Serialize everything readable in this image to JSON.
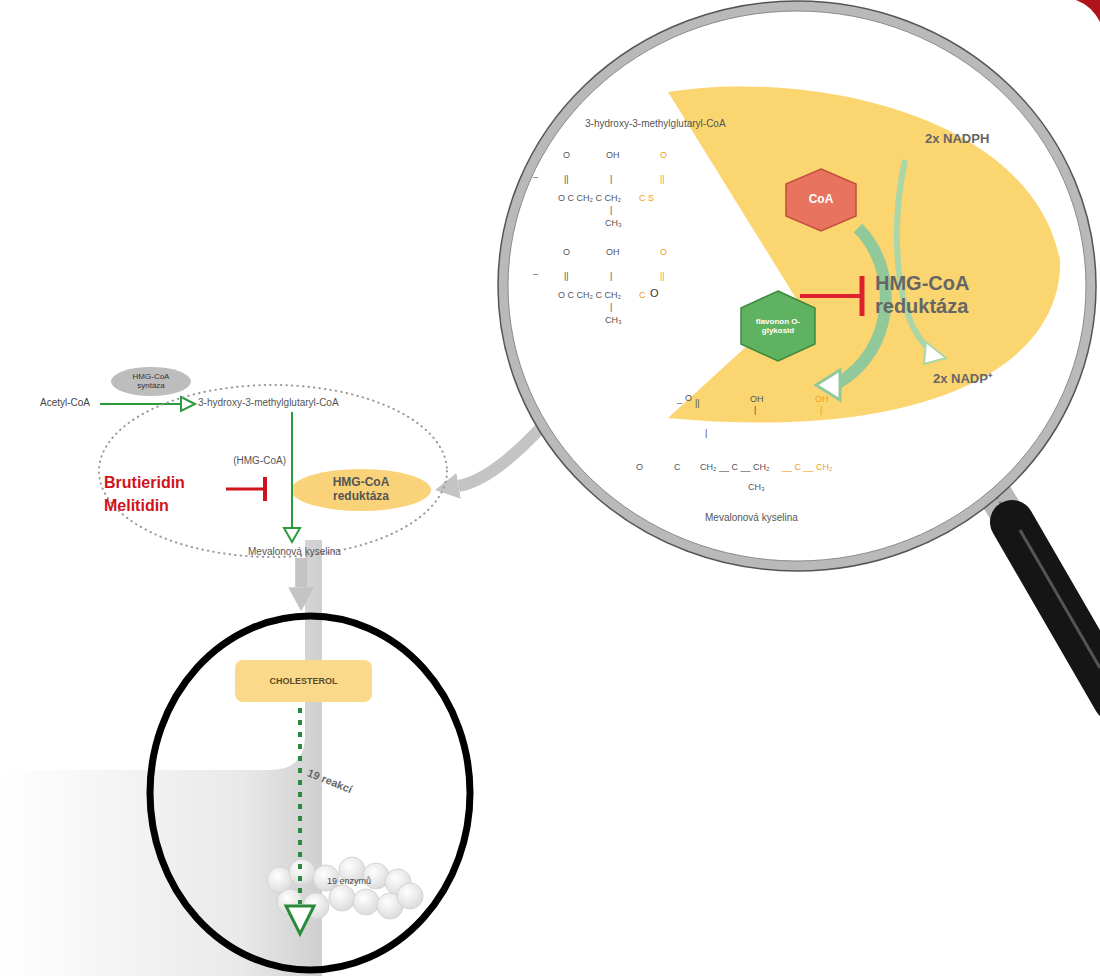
{
  "diagram": {
    "nodes": [
      {
        "text": [
          "HMG-CoA syntáza"
        ]
      },
      {
        "text": [
          "3-hydroxy-3-methylglutaryl-CoA",
          "(HMG-CoA)",
          "Mevalonová kyselina"
        ]
      },
      {
        "text": [
          "HMG-CoA reduktáza"
        ],
        "in": 1
      },
      {
        "text": [
          "19 reakcí",
          "19 enzymů"
        ]
      },
      {
        "text": [
          "CHOLESTEROL"
        ],
        "in": 3
      },
      {
        "text": [
          "3-hydroxy-3-methylglutaryl-CoA",
          "Mevalonová kyselina"
        ]
      },
      {
        "text": [
          "HMG-CoA reduktáza"
        ],
        "in": 5
      },
      {
        "text": [
          "CoA"
        ],
        "in": 6
      },
      {
        "text": [
          "flavonon O-glykosid"
        ],
        "in": 6
      }
    ],
    "edges": [
      {
        "from": 1,
        "to": 3,
        "arrow": "to"
      },
      {
        "from": 5,
        "to": 2,
        "arrow": "to"
      }
    ],
    "labels": [
      "Acetyl-CoA",
      "Brutieridin",
      "Melitidin",
      "2x NADPH",
      "2x NADP⁺",
      "O",
      "OH",
      "O",
      "–",
      "||",
      "|",
      "||",
      "O C CH₂ C CH₂",
      "C S",
      "|",
      "CH₃",
      "O",
      "OH",
      "O",
      "–",
      "||",
      "|",
      "||",
      "O C CH₂ C CH₂",
      "C",
      "O",
      "|",
      "CH₃",
      "–",
      "O",
      "||",
      "OH",
      "|",
      "OH",
      "|",
      "|",
      "O",
      "C",
      "CH₂ __ C __ CH₂",
      "__ C __ CH₂",
      "CH₃"
    ]
  }
}
